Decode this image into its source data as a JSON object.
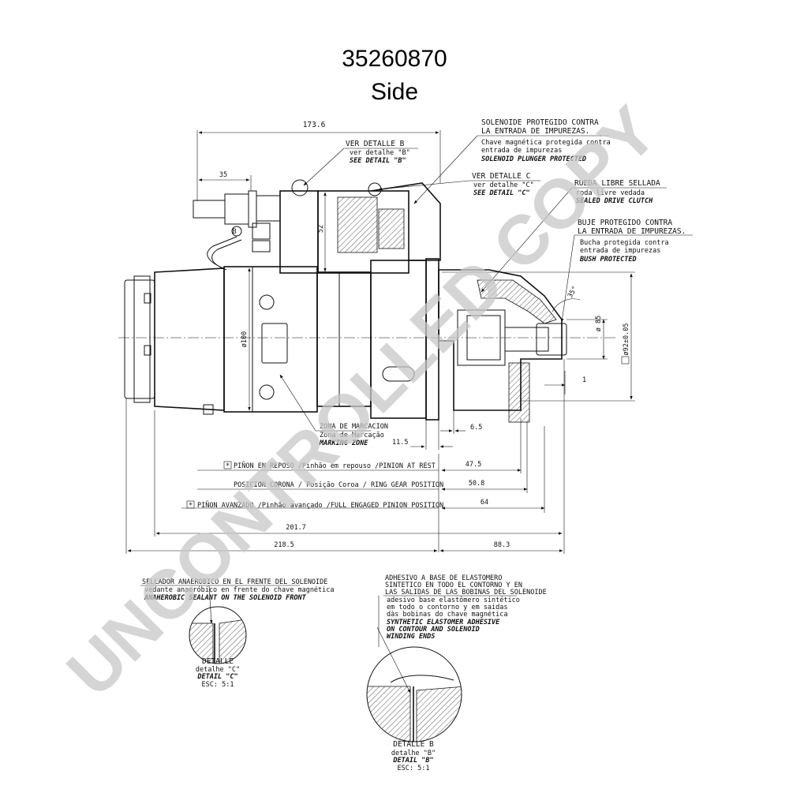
{
  "header": {
    "part_number": "35260870",
    "view": "Side"
  },
  "watermark": "UNCONTROLLED COPY",
  "callouts": {
    "detail_b": [
      "VER DETALLE B",
      "ver detalhe \"B\"",
      "SEE DETAIL \"B\""
    ],
    "solenoid": [
      "SOLENOIDE PROTEGIDO CONTRA",
      "LA ENTRADA DE IMPUREZAS.",
      "Chave magnética protegida contra",
      "entrada de impurezas",
      "SOLENOID PLUNGER PROTECTED"
    ],
    "detail_c": [
      "VER DETALLE C",
      "ver detalhe \"C\"",
      "SEE DETAIL \"C\""
    ],
    "clutch": [
      "RUEDA LIBRE SELLADA",
      "roda livre vedada",
      "SEALED DRIVE CLUTCH"
    ],
    "bush": [
      "BUJE PROTEGIDO CONTRA",
      "LA ENTRADA DE IMPUREZAS.",
      "Bucha protegida contra",
      "entrada de impurezas",
      "BUSH PROTECTED"
    ],
    "marking": [
      "ZONA DE MARCACION",
      "Zona de Marcação",
      "MARKING ZONE"
    ]
  },
  "dimensions": {
    "overall_top": "173.6",
    "terminal": "35",
    "solenoid_height": "52",
    "body_dia": "ø100",
    "pinion_dia": "ø 85",
    "flange_dia": "ø92±0.05",
    "angle": "35°",
    "gap": "1",
    "d_6_5": "6.5",
    "d_11_5": "11.5",
    "d_47_5": "47.5",
    "d_50_8": "50.8",
    "d_64": "64",
    "d_201_7": "201.7",
    "d_218_5": "218.5",
    "d_88_3": "88.3",
    "marker_b": "B"
  },
  "positions": {
    "rest": "PIÑON EN REPOSO /Pinhão em repouso /PINION AT REST",
    "ring_gear": "POSICION CORONA / Posição Coroa / RING GEAR POSITION",
    "engaged": "PIÑON AVANZADO /Pinhão avançado /FULL ENGAGED PINION POSITION",
    "star": "*"
  },
  "detail_c_box": {
    "note": [
      "SELLADOR ANAEROBICO EN EL FRENTE DEL SOLENOIDE",
      "vedante anaeróbico en frente do chave magnética",
      "ANAHEROBIC SEALANT ON THE SOLENOID FRONT"
    ],
    "label": [
      "DETALLE",
      "detalhe \"C\"",
      "DETAIL \"C\"",
      "ESC: 5:1"
    ]
  },
  "detail_b_box": {
    "note": [
      "ADHESIVO A BASE DE ELASTOMERO",
      "SINTETICO EN TODO EL CONTORNO Y EN",
      "LAS SALIDAS DE LAS BOBINAS DEL SOLENOIDE",
      "adesivo base elastômero sintético",
      "em todo o contorno y em saidas",
      "dàs bobinas do chave magnética",
      "SYNTHETIC ELASTOMER ADHESIVE",
      "ON CONTOUR AND SOLENOID",
      "WINDING ENDS"
    ],
    "label": [
      "DETALLE B",
      "detalhe \"B\"",
      "DETAIL \"B\"",
      "ESC: 5:1"
    ]
  }
}
